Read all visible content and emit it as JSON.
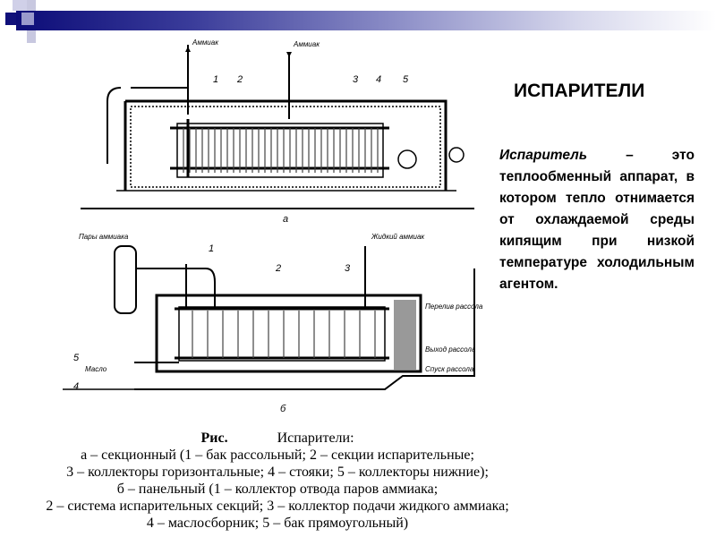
{
  "slide": {
    "title": "ИСПАРИТЕЛИ",
    "definition": {
      "term": "Испаритель",
      "text": " – это теплообменный аппарат, в котором тепло отнимается от охлаждаемой среды кипящим при низкой температуре холодильным агентом."
    },
    "figure_a": {
      "label": "а",
      "ammonia_out": "Аммиак",
      "ammonia_in": "Аммиак",
      "numbers": [
        "1",
        "2",
        "3",
        "4",
        "5"
      ]
    },
    "figure_b": {
      "label": "б",
      "vapor": "Пары аммиака",
      "liquid": "Жидкий аммиак",
      "overflow": "Перелив рассола",
      "brine_out": "Выход рассола",
      "brine_drain": "Спуск рассола",
      "oil": "Масло",
      "numbers": [
        "1",
        "2",
        "3",
        "4",
        "5"
      ]
    },
    "caption": {
      "lead": "Рис.",
      "title": "Испарители:",
      "lines": [
        "а – секционный (1 – бак рассольный; 2 – секции испарительные;",
        "3 – коллекторы горизонтальные; 4 – стояки; 5 – коллекторы нижние);",
        "б – панельный (1 – коллектор отвода паров аммиака;",
        "2 – система испарительных секций; 3 – коллектор подачи жидкого аммиака;",
        "4 – маслосборник; 5 – бак прямоугольный)"
      ]
    }
  }
}
